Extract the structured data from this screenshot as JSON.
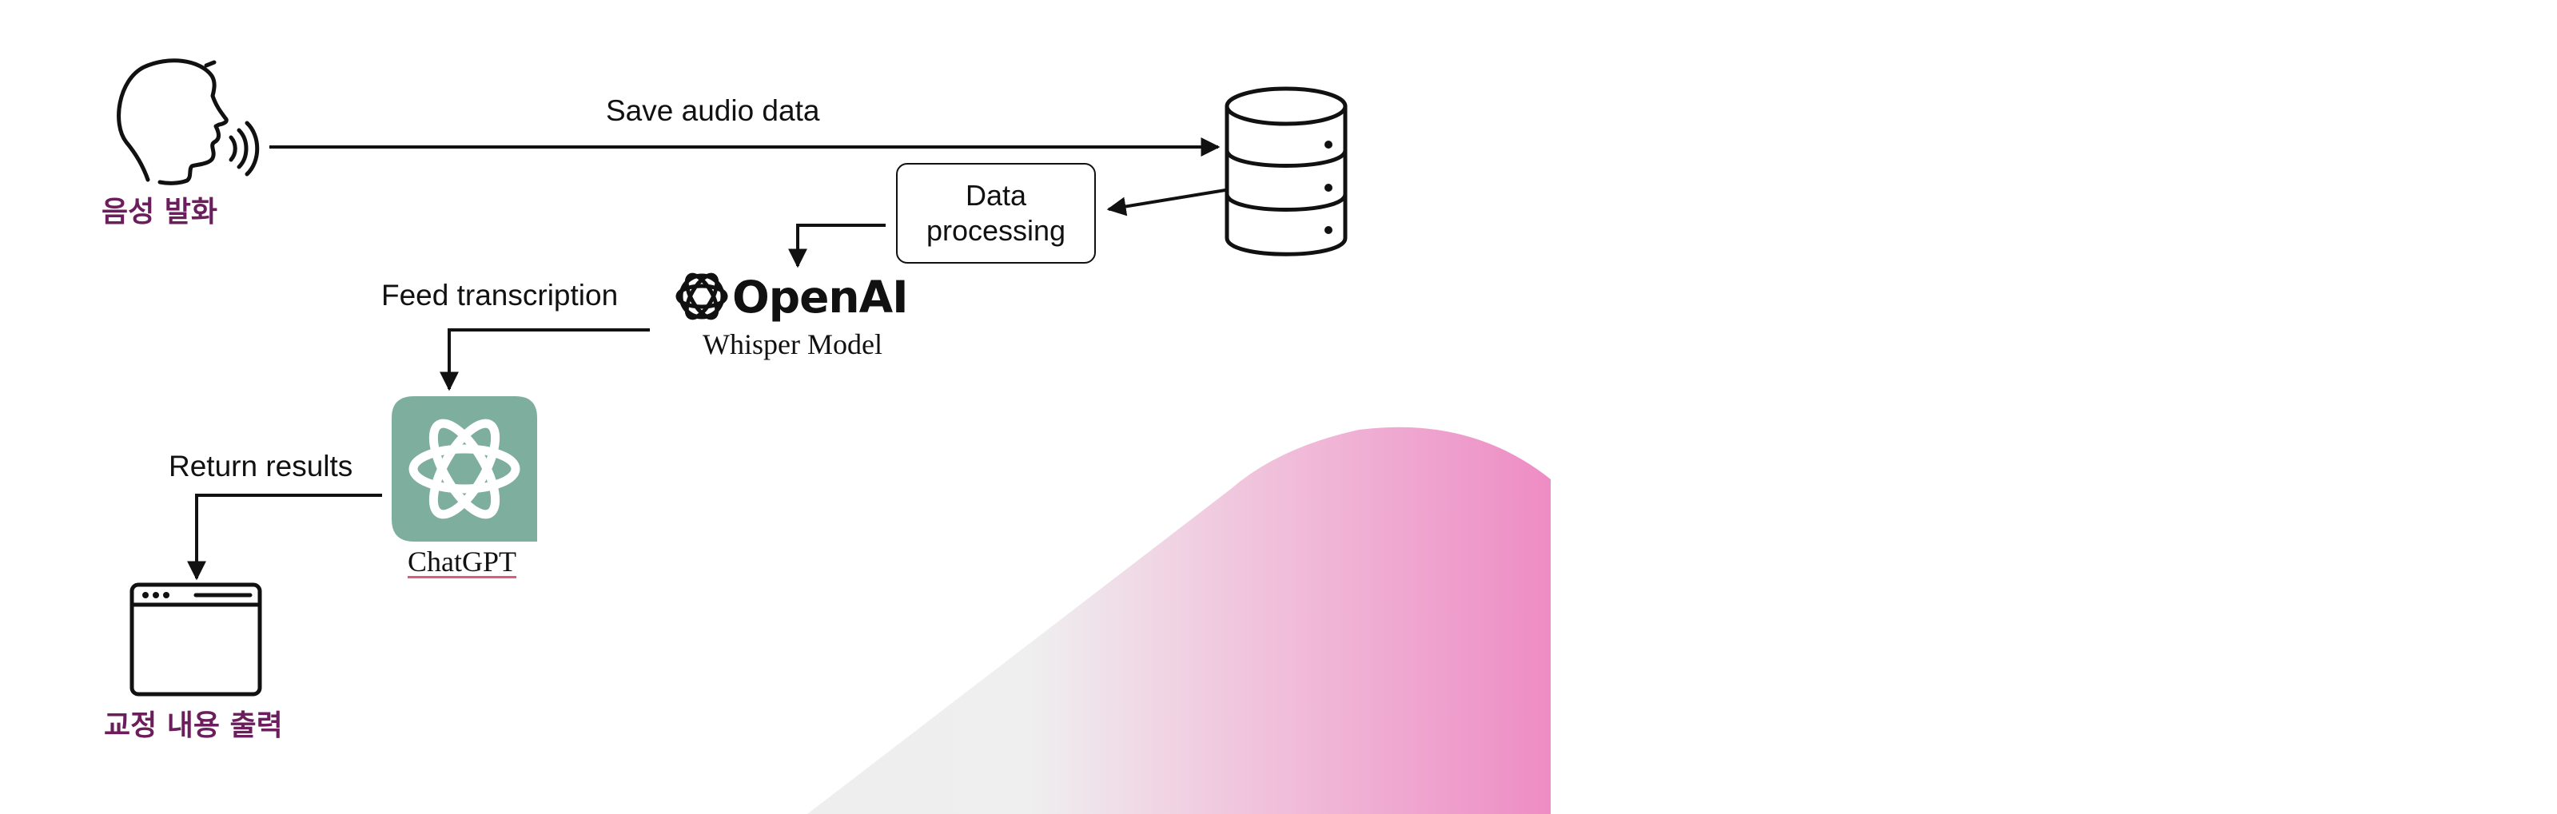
{
  "diagram": {
    "steps": {
      "speech": {
        "label": "음성 발화",
        "icon": "speaking-head-icon"
      },
      "storage": {
        "icon": "database-icon"
      },
      "processing": {
        "label": "Data\nprocessing"
      },
      "whisper": {
        "brand": "OpenAI",
        "caption": "Whisper Model",
        "icon": "openai-logo-icon"
      },
      "chatgpt": {
        "caption": "ChatGPT",
        "icon": "chatgpt-logo-icon"
      },
      "output": {
        "label": "교정 내용 출력",
        "icon": "browser-window-icon"
      }
    },
    "edges": {
      "save": {
        "label": "Save audio data"
      },
      "feed": {
        "label": "Feed transcription"
      },
      "return": {
        "label": "Return results"
      }
    }
  },
  "colors": {
    "korean_label": "#6b1d5c",
    "chatgpt_tile": "#7eae9e",
    "gradient_start": "#eeeeee",
    "gradient_end": "#ee8cc4"
  }
}
